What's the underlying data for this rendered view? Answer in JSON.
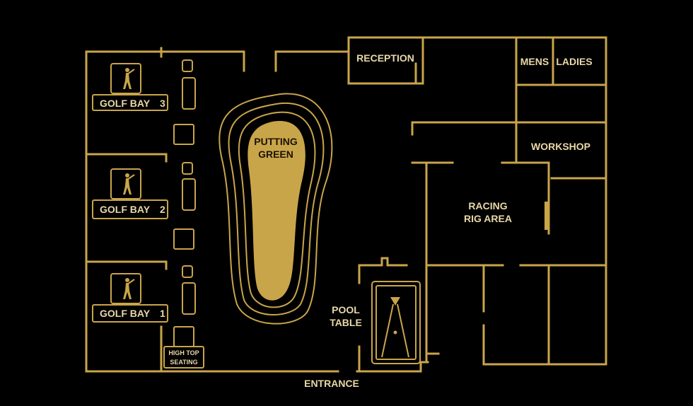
{
  "labels": {
    "reception": "RECEPTION",
    "mens": "MENS",
    "ladies": "LADIES",
    "workshop": "WORKSHOP",
    "racing_line1": "RACING",
    "racing_line2": "RIG AREA",
    "putting_line1": "PUTTING",
    "putting_line2": "GREEN",
    "pool_line1": "POOL",
    "pool_line2": "TABLE",
    "entrance": "ENTRANCE",
    "golf_bay_3": "GOLF BAY",
    "golf_bay_3_num": "3",
    "golf_bay_2": "GOLF BAY",
    "golf_bay_2_num": "2",
    "golf_bay_1": "GOLF BAY",
    "golf_bay_1_num": "1",
    "high_top_line1": "HIGH TOP",
    "high_top_line2": "SEATING"
  },
  "colors": {
    "background": "#000000",
    "gold": "#c9a54a",
    "text": "#e8d7a8"
  },
  "icons": [
    "golfer-icon",
    "bar-stool-icon",
    "lounge-chair-icon",
    "sofa-icon",
    "billiard-table-icon"
  ]
}
